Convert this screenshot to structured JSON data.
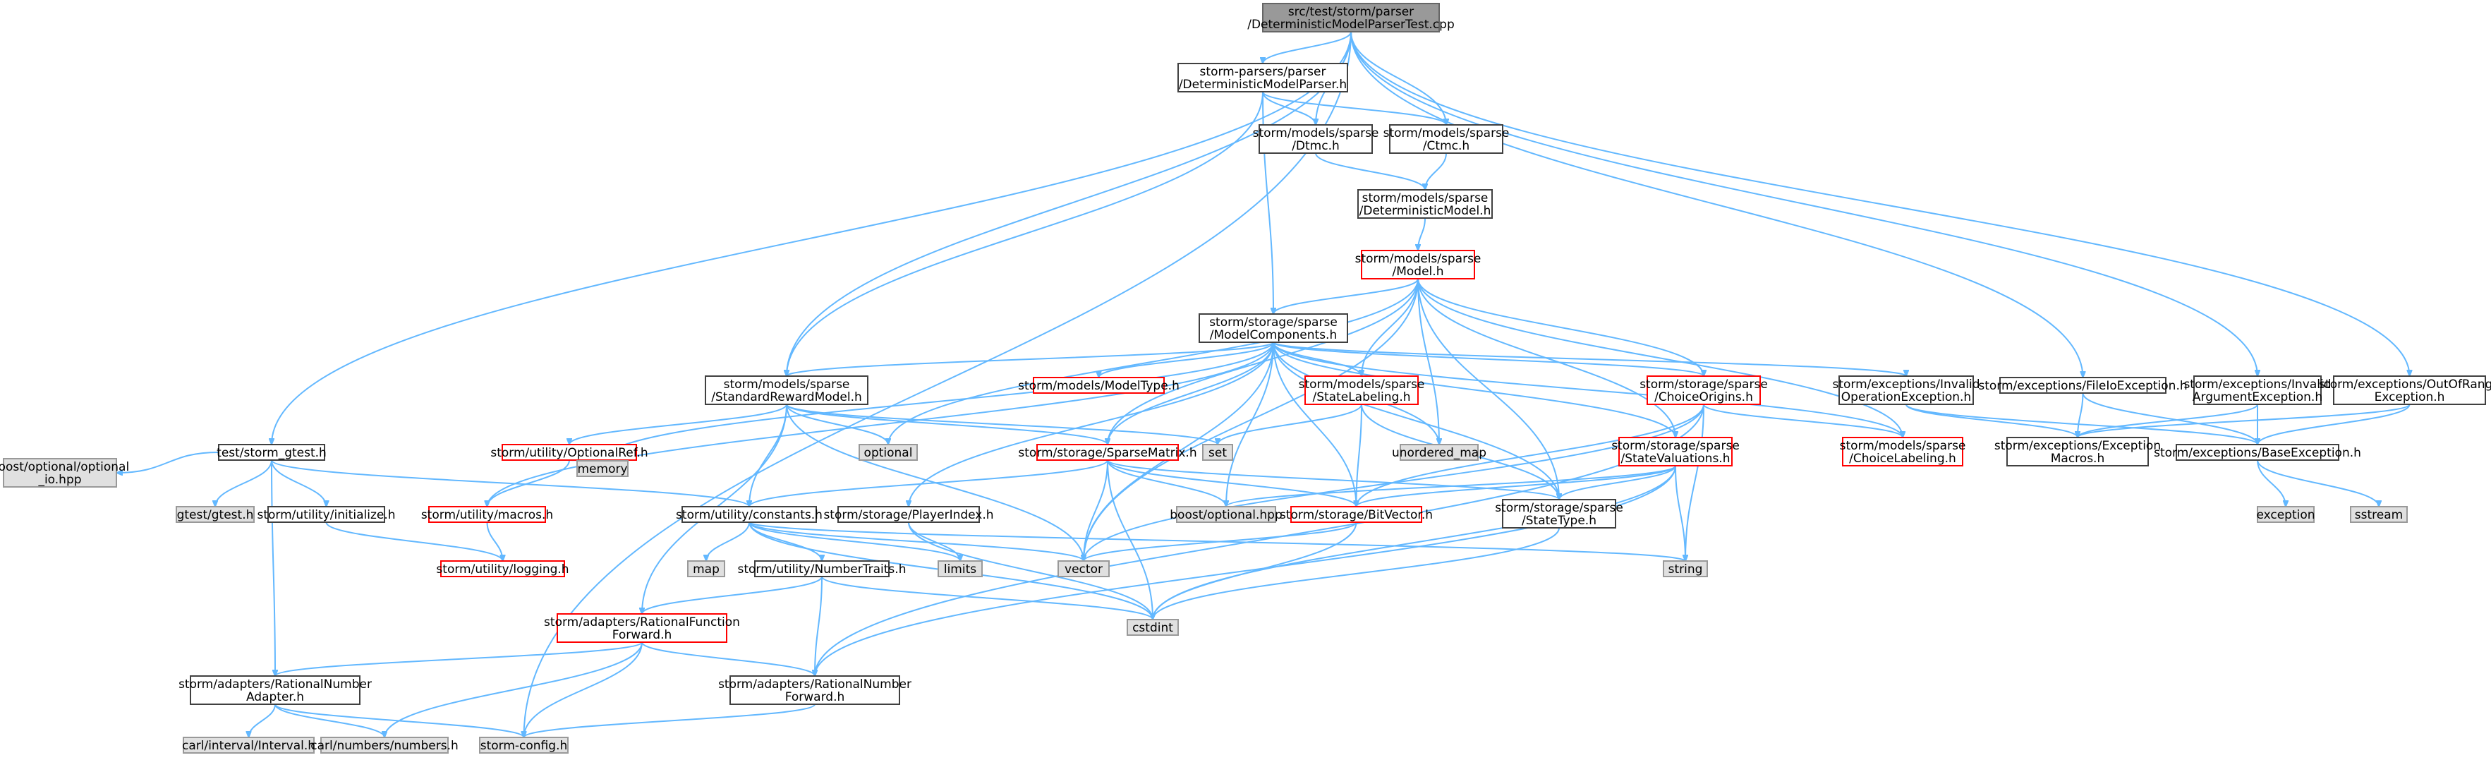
{
  "colors": {
    "edge": "#63b8ff",
    "root_fill": "#999999",
    "system_fill": "#e0e0e0",
    "truncated_border": "#ff0000",
    "normal_border": "#404040"
  },
  "nodes": [
    {
      "id": "root",
      "kind": "root",
      "lines": [
        "src/test/storm/parser",
        "/DeterministicModelParserTest.cpp"
      ]
    },
    {
      "id": "dmp",
      "kind": "normal",
      "lines": [
        "storm-parsers/parser",
        "/DeterministicModelParser.h"
      ]
    },
    {
      "id": "dtmc",
      "kind": "normal",
      "lines": [
        "storm/models/sparse",
        "/Dtmc.h"
      ]
    },
    {
      "id": "ctmc",
      "kind": "normal",
      "lines": [
        "storm/models/sparse",
        "/Ctmc.h"
      ]
    },
    {
      "id": "detmodel",
      "kind": "normal",
      "lines": [
        "storm/models/sparse",
        "/DeterministicModel.h"
      ]
    },
    {
      "id": "model",
      "kind": "trunc",
      "lines": [
        "storm/models/sparse",
        "/Model.h"
      ]
    },
    {
      "id": "mc",
      "kind": "normal",
      "lines": [
        "storm/storage/sparse",
        "/ModelComponents.h"
      ]
    },
    {
      "id": "srm",
      "kind": "normal",
      "lines": [
        "storm/models/sparse",
        "/StandardRewardModel.h"
      ]
    },
    {
      "id": "modeltype",
      "kind": "trunc",
      "lines": [
        "storm/models/ModelType.h"
      ]
    },
    {
      "id": "statelabeling",
      "kind": "trunc",
      "lines": [
        "storm/models/sparse",
        "/StateLabeling.h"
      ]
    },
    {
      "id": "choiceorigins",
      "kind": "trunc",
      "lines": [
        "storm/storage/sparse",
        "/ChoiceOrigins.h"
      ]
    },
    {
      "id": "invop",
      "kind": "normal",
      "lines": [
        "storm/exceptions/Invalid",
        "OperationException.h"
      ]
    },
    {
      "id": "fileio",
      "kind": "normal",
      "lines": [
        "storm/exceptions/FileIoException.h"
      ]
    },
    {
      "id": "invarg",
      "kind": "normal",
      "lines": [
        "storm/exceptions/Invalid",
        "ArgumentException.h"
      ]
    },
    {
      "id": "oor",
      "kind": "normal",
      "lines": [
        "storm/exceptions/OutOfRange",
        "Exception.h"
      ]
    },
    {
      "id": "gtestw",
      "kind": "normal",
      "lines": [
        "test/storm_gtest.h"
      ]
    },
    {
      "id": "bopio",
      "kind": "sys",
      "lines": [
        "boost/optional/optional",
        "_io.hpp"
      ]
    },
    {
      "id": "gtest",
      "kind": "sys",
      "lines": [
        "gtest/gtest.h"
      ]
    },
    {
      "id": "init",
      "kind": "normal",
      "lines": [
        "storm/utility/initialize.h"
      ]
    },
    {
      "id": "logging",
      "kind": "trunc",
      "lines": [
        "storm/utility/logging.h"
      ]
    },
    {
      "id": "optref",
      "kind": "trunc",
      "lines": [
        "storm/utility/OptionalRef.h"
      ]
    },
    {
      "id": "macros",
      "kind": "trunc",
      "lines": [
        "storm/utility/macros.h"
      ]
    },
    {
      "id": "memory",
      "kind": "sys",
      "lines": [
        "memory"
      ]
    },
    {
      "id": "optional",
      "kind": "sys",
      "lines": [
        "optional"
      ]
    },
    {
      "id": "constants",
      "kind": "normal",
      "lines": [
        "storm/utility/constants.h"
      ]
    },
    {
      "id": "sparsematrix",
      "kind": "trunc",
      "lines": [
        "storm/storage/SparseMatrix.h"
      ]
    },
    {
      "id": "set",
      "kind": "sys",
      "lines": [
        "set"
      ]
    },
    {
      "id": "umap",
      "kind": "sys",
      "lines": [
        "unordered_map"
      ]
    },
    {
      "id": "statevals",
      "kind": "trunc",
      "lines": [
        "storm/storage/sparse",
        "/StateValuations.h"
      ]
    },
    {
      "id": "choicelabeling",
      "kind": "trunc",
      "lines": [
        "storm/models/sparse",
        "/ChoiceLabeling.h"
      ]
    },
    {
      "id": "excmacros",
      "kind": "normal",
      "lines": [
        "storm/exceptions/Exception",
        "Macros.h"
      ]
    },
    {
      "id": "baseexc",
      "kind": "normal",
      "lines": [
        "storm/exceptions/BaseException.h"
      ]
    },
    {
      "id": "exception",
      "kind": "sys",
      "lines": [
        "exception"
      ]
    },
    {
      "id": "sstream",
      "kind": "sys",
      "lines": [
        "sstream"
      ]
    },
    {
      "id": "playerindex",
      "kind": "normal",
      "lines": [
        "storm/storage/PlayerIndex.h"
      ]
    },
    {
      "id": "boptional",
      "kind": "sys",
      "lines": [
        "boost/optional.hpp"
      ]
    },
    {
      "id": "bitvector",
      "kind": "trunc",
      "lines": [
        "storm/storage/BitVector.h"
      ]
    },
    {
      "id": "statetype",
      "kind": "normal",
      "lines": [
        "storm/storage/sparse",
        "/StateType.h"
      ]
    },
    {
      "id": "string",
      "kind": "sys",
      "lines": [
        "string"
      ]
    },
    {
      "id": "map",
      "kind": "sys",
      "lines": [
        "map"
      ]
    },
    {
      "id": "numtraits",
      "kind": "normal",
      "lines": [
        "storm/utility/NumberTraits.h"
      ]
    },
    {
      "id": "limits",
      "kind": "sys",
      "lines": [
        "limits"
      ]
    },
    {
      "id": "vector",
      "kind": "sys",
      "lines": [
        "vector"
      ]
    },
    {
      "id": "cstdint",
      "kind": "sys",
      "lines": [
        "cstdint"
      ]
    },
    {
      "id": "rff",
      "kind": "trunc",
      "lines": [
        "storm/adapters/RationalFunction",
        "Forward.h"
      ]
    },
    {
      "id": "rna",
      "kind": "normal",
      "lines": [
        "storm/adapters/RationalNumber",
        "Adapter.h"
      ]
    },
    {
      "id": "rnf",
      "kind": "normal",
      "lines": [
        "storm/adapters/RationalNumber",
        "Forward.h"
      ]
    },
    {
      "id": "carlinterval",
      "kind": "sys",
      "lines": [
        "carl/interval/Interval.h"
      ]
    },
    {
      "id": "carlnumbers",
      "kind": "sys",
      "lines": [
        "carl/numbers/numbers.h"
      ]
    },
    {
      "id": "stormconfig",
      "kind": "sys",
      "lines": [
        "storm-config.h"
      ]
    }
  ],
  "edges": [
    [
      "root",
      "dmp"
    ],
    [
      "root",
      "dtmc"
    ],
    [
      "root",
      "ctmc"
    ],
    [
      "root",
      "srm"
    ],
    [
      "root",
      "gtestw"
    ],
    [
      "root",
      "stormconfig"
    ],
    [
      "root",
      "fileio"
    ],
    [
      "root",
      "invarg"
    ],
    [
      "root",
      "oor"
    ],
    [
      "dmp",
      "dtmc"
    ],
    [
      "dmp",
      "ctmc"
    ],
    [
      "dmp",
      "mc"
    ],
    [
      "dmp",
      "srm"
    ],
    [
      "dtmc",
      "detmodel"
    ],
    [
      "ctmc",
      "detmodel"
    ],
    [
      "detmodel",
      "model"
    ],
    [
      "model",
      "mc"
    ],
    [
      "model",
      "optional"
    ],
    [
      "model",
      "vector"
    ],
    [
      "model",
      "sparsematrix"
    ],
    [
      "model",
      "statelabeling"
    ],
    [
      "model",
      "umap"
    ],
    [
      "model",
      "statetype"
    ],
    [
      "model",
      "statevals"
    ],
    [
      "model",
      "choiceorigins"
    ],
    [
      "model",
      "choicelabeling"
    ],
    [
      "mc",
      "srm"
    ],
    [
      "mc",
      "modeltype"
    ],
    [
      "mc",
      "statelabeling"
    ],
    [
      "mc",
      "choiceorigins"
    ],
    [
      "mc",
      "invop"
    ],
    [
      "mc",
      "memory"
    ],
    [
      "mc",
      "macros"
    ],
    [
      "mc",
      "sparsematrix"
    ],
    [
      "mc",
      "playerindex"
    ],
    [
      "mc",
      "boptional"
    ],
    [
      "mc",
      "bitvector"
    ],
    [
      "mc",
      "statetype"
    ],
    [
      "mc",
      "vector"
    ],
    [
      "mc",
      "umap"
    ],
    [
      "mc",
      "choicelabeling"
    ],
    [
      "mc",
      "statevals"
    ],
    [
      "srm",
      "optref"
    ],
    [
      "srm",
      "optional"
    ],
    [
      "srm",
      "set"
    ],
    [
      "srm",
      "constants"
    ],
    [
      "srm",
      "sparsematrix"
    ],
    [
      "srm",
      "vector"
    ],
    [
      "srm",
      "rff"
    ],
    [
      "statelabeling",
      "set"
    ],
    [
      "statelabeling",
      "bitvector"
    ],
    [
      "statelabeling",
      "statetype"
    ],
    [
      "choiceorigins",
      "choicelabeling"
    ],
    [
      "choiceorigins",
      "bitvector"
    ],
    [
      "choiceorigins",
      "vector"
    ],
    [
      "choiceorigins",
      "string"
    ],
    [
      "choiceorigins",
      "rnf"
    ],
    [
      "invop",
      "excmacros"
    ],
    [
      "invop",
      "baseexc"
    ],
    [
      "fileio",
      "excmacros"
    ],
    [
      "fileio",
      "baseexc"
    ],
    [
      "invarg",
      "excmacros"
    ],
    [
      "invarg",
      "baseexc"
    ],
    [
      "oor",
      "excmacros"
    ],
    [
      "oor",
      "baseexc"
    ],
    [
      "baseexc",
      "exception"
    ],
    [
      "baseexc",
      "sstream"
    ],
    [
      "gtestw",
      "bopio"
    ],
    [
      "gtestw",
      "gtest"
    ],
    [
      "gtestw",
      "init"
    ],
    [
      "gtestw",
      "constants"
    ],
    [
      "gtestw",
      "rna"
    ],
    [
      "init",
      "logging"
    ],
    [
      "optref",
      "memory"
    ],
    [
      "optref",
      "macros"
    ],
    [
      "macros",
      "logging"
    ],
    [
      "constants",
      "map"
    ],
    [
      "constants",
      "numtraits"
    ],
    [
      "constants",
      "limits"
    ],
    [
      "constants",
      "vector"
    ],
    [
      "constants",
      "string"
    ],
    [
      "constants",
      "cstdint"
    ],
    [
      "sparsematrix",
      "constants"
    ],
    [
      "sparsematrix",
      "boptional"
    ],
    [
      "sparsematrix",
      "bitvector"
    ],
    [
      "sparsematrix",
      "statetype"
    ],
    [
      "sparsematrix",
      "vector"
    ],
    [
      "sparsematrix",
      "cstdint"
    ],
    [
      "statevals",
      "boptional"
    ],
    [
      "statevals",
      "bitvector"
    ],
    [
      "statevals",
      "statetype"
    ],
    [
      "statevals",
      "string"
    ],
    [
      "statevals",
      "cstdint"
    ],
    [
      "statevals",
      "rnf"
    ],
    [
      "playerindex",
      "limits"
    ],
    [
      "playerindex",
      "cstdint"
    ],
    [
      "bitvector",
      "vector"
    ],
    [
      "bitvector",
      "cstdint"
    ],
    [
      "statetype",
      "cstdint"
    ],
    [
      "numtraits",
      "rff"
    ],
    [
      "numtraits",
      "rnf"
    ],
    [
      "numtraits",
      "cstdint"
    ],
    [
      "rff",
      "rna"
    ],
    [
      "rff",
      "rnf"
    ],
    [
      "rff",
      "carlnumbers"
    ],
    [
      "rff",
      "stormconfig"
    ],
    [
      "rna",
      "carlinterval"
    ],
    [
      "rna",
      "carlnumbers"
    ],
    [
      "rna",
      "stormconfig"
    ],
    [
      "rnf",
      "stormconfig"
    ]
  ]
}
